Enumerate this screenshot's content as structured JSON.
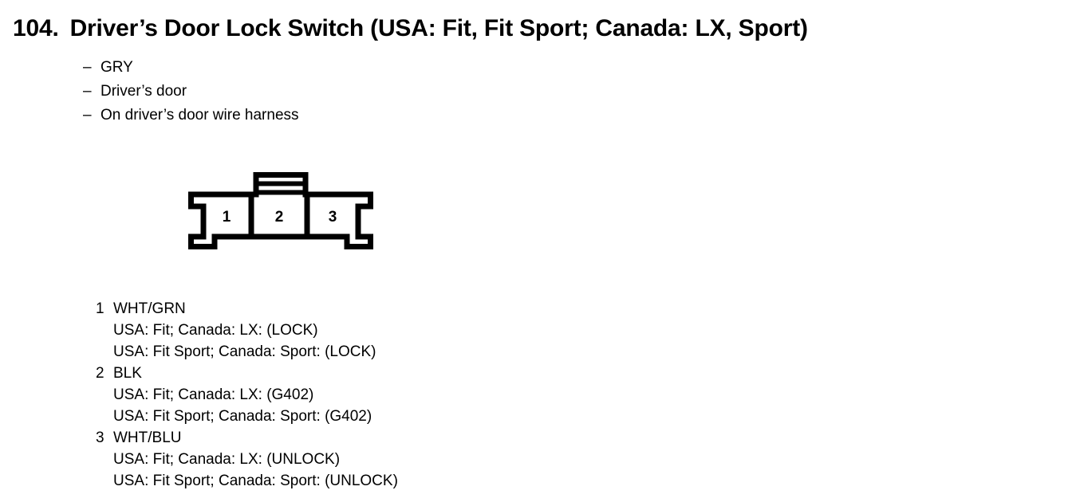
{
  "title": {
    "number": "104.",
    "text": "Driver’s Door Lock Switch (USA: Fit, Fit Sport; Canada: LX, Sport)"
  },
  "notes": {
    "dash": "–",
    "items": [
      "GRY",
      "Driver’s door",
      "On driver’s door wire harness"
    ]
  },
  "connector": {
    "pins": [
      "1",
      "2",
      "3"
    ],
    "line_color": "#000000",
    "fill_color": "#ffffff"
  },
  "pin_list": [
    {
      "index": "1",
      "wire": "WHT/GRN",
      "details": [
        "USA: Fit; Canada: LX: (LOCK)",
        "USA: Fit Sport; Canada: Sport: (LOCK)"
      ]
    },
    {
      "index": "2",
      "wire": "BLK",
      "details": [
        "USA: Fit; Canada: LX: (G402)",
        "USA: Fit Sport; Canada: Sport: (G402)"
      ]
    },
    {
      "index": "3",
      "wire": "WHT/BLU",
      "details": [
        "USA: Fit; Canada: LX: (UNLOCK)",
        "USA: Fit Sport; Canada: Sport: (UNLOCK)"
      ]
    }
  ]
}
